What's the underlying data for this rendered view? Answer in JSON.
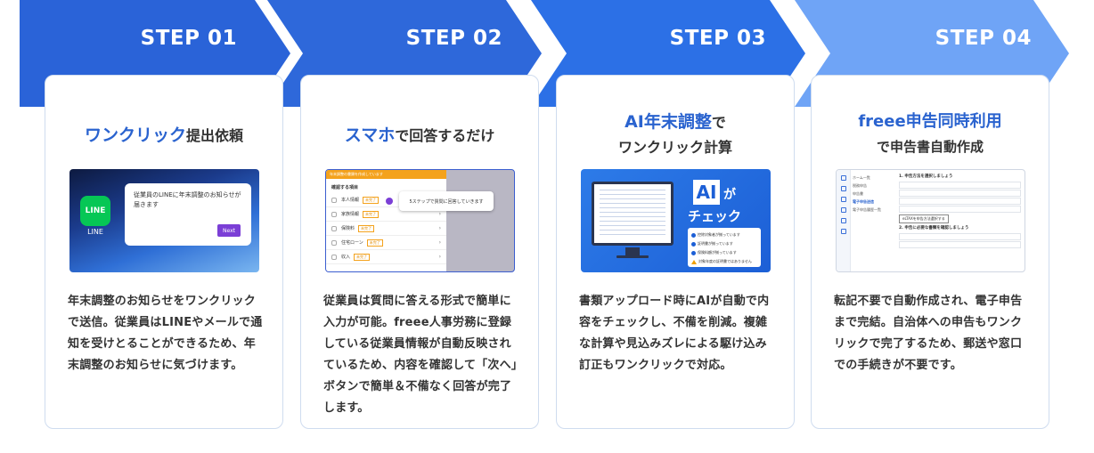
{
  "colors": {
    "step1": "#2a63d8",
    "step2": "#2e68da",
    "step3": "#2c70e6",
    "step4": "#6fa4f6",
    "accent_text": "#2a63cf",
    "card_border": "#cfdcef"
  },
  "steps": [
    {
      "label": "STEP 01",
      "title_accent": "ワンクリック",
      "title_plain": "提出依頼",
      "desc": "年末調整のお知らせをワンクリックで送信。従業員はLINEやメールで通知を受けとることができるため、年末調整のお知らせに気づけます。",
      "thumb": {
        "line_icon": "LINE",
        "line_caption": "LINE",
        "notice": "従業員のLINEに年末調整のお知らせが届きます",
        "next": "Next"
      }
    },
    {
      "label": "STEP 02",
      "title_accent": "スマホ",
      "title_plain": "で回答するだけ",
      "desc": "従業員は質問に答える形式で簡単に入力が可能。freee人事労務に登録している従業員情報が自動反映されているため、内容を確認して「次へ」ボタンで簡単＆不備なく回答が完了します。",
      "thumb": {
        "header": "年末調整の書類を作成しています",
        "section": "確認する項目",
        "bubble": "5ステップで質問に回答していきます",
        "rows": [
          {
            "label": "本人情報",
            "tag": "未完了"
          },
          {
            "label": "家族情報",
            "tag": "未完了"
          },
          {
            "label": "保険料",
            "tag": "未完了"
          },
          {
            "label": "住宅ローン",
            "tag": "未完了"
          },
          {
            "label": "収入",
            "tag": "未完了"
          }
        ]
      }
    },
    {
      "label": "STEP 03",
      "title_line1_accent": "AI年末調整",
      "title_line1_plain": "で",
      "title_line2": "ワンクリック計算",
      "desc": "書類アップロード時にAIが自動で内容をチェックし、不備を削減。複雑な計算や見込みズレによる駆け込み訂正もワンクリックで対応。",
      "thumb": {
        "ai": "AI",
        "ga": "が",
        "check": "チェック",
        "checks": [
          {
            "kind": "ok",
            "text": "控除対象者が揃っています"
          },
          {
            "kind": "ok",
            "text": "証明書が揃っています"
          },
          {
            "kind": "ok",
            "text": "保険料額が揃っています"
          },
          {
            "kind": "warn",
            "text": "対象年度の証明書ではありません"
          }
        ]
      }
    },
    {
      "label": "STEP 04",
      "title_line1": "freee申告同時利用",
      "title_line2": "で申告書自動作成",
      "desc": "転記不要で自動作成され、電子申告まで完結。自治体への申告もワンクリックで完了するため、郵送や窓口での手続きが不要です。",
      "thumb": {
        "nav": [
          "ホーム一覧",
          "税務申告",
          "申告書",
          "電子申告送信",
          "電子申告履歴一覧"
        ],
        "h1": "1. 申告方法を選択しましょう",
        "h2": "2. 申告に必要な書類を確認しましょう",
        "btn": "eLTAXを申告方法選択する"
      }
    }
  ]
}
